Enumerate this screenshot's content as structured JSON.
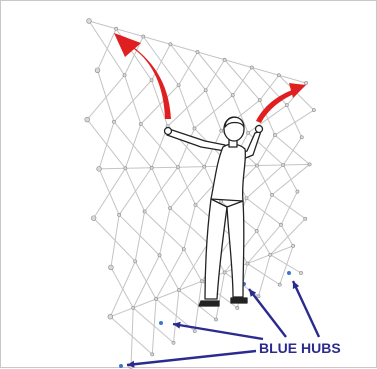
{
  "figure": {
    "callout_label": "BLUE HUBS"
  },
  "colors": {
    "frame_lines": "#c4c4c4",
    "hub_fill": "#d9d9d9",
    "hub_stroke": "#8a8a8a",
    "blue_hub": "#3a78c8",
    "callout_arrow": "#2b2b8f",
    "callout_text": "#2b2b8f",
    "motion_arrow": "#e02020",
    "figure_outline": "#222222"
  },
  "icons": {
    "blue_hub": "blue-hub-dot",
    "motion": "curved-red-arrow"
  }
}
